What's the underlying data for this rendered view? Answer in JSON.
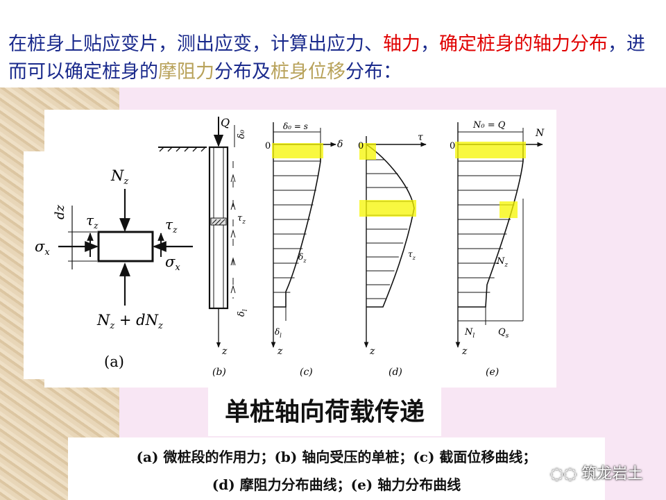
{
  "headline": {
    "part1": "在桩身上贴应变片，测出应变，计算出应力、",
    "axial_force": "轴力",
    "comma": "，",
    "determine": "确定桩身的轴力分布",
    "part2": "，进而可以确定桩身的",
    "friction": "摩阻力",
    "part3": "分布及",
    "displacement": "桩身位移",
    "part4": "分布："
  },
  "figure": {
    "a": {
      "N_top": "N",
      "N_top_sub": "z",
      "N_bottom": "N",
      "N_bottom_sub": "z",
      "N_bottom_plus": " + dN",
      "N_bottom_plus_sub": "z",
      "tau_left": "τ",
      "tau_left_sub": "z",
      "tau_right": "τ",
      "tau_right_sub": "z",
      "sigma_left": "σ",
      "sigma_left_sub": "x",
      "sigma_right": "σ",
      "sigma_right_sub": "x",
      "dz": "dz",
      "label": "(a)"
    },
    "b": {
      "Q": "Q",
      "delta0": "δ₀",
      "tau": "τ",
      "tau_sub": "z",
      "deltal": "δ",
      "deltal_sub": "l",
      "z": "z",
      "label": "(b)"
    },
    "c": {
      "top": "δ₀ = s",
      "zero": "0",
      "axis": "δ",
      "curve": "δ",
      "curve_sub": "z",
      "bottom": "δ",
      "bottom_sub": "l",
      "z": "z",
      "label": "(c)"
    },
    "d": {
      "zero": "0",
      "axis": "τ",
      "curve": "τ",
      "curve_sub": "z",
      "z": "z",
      "label": "(d)"
    },
    "e": {
      "top": "N₀ = Q",
      "zero": "0",
      "axis": "N",
      "curve": "N",
      "curve_sub": "z",
      "Nl": "N",
      "Nl_sub": "l",
      "Qs": "Q",
      "Qs_sub": "s",
      "z": "z",
      "label": "(e)"
    }
  },
  "caption_title": "单桩轴向荷载传递",
  "caption_lines": [
    "(a) 微桩段的作用力；(b) 轴向受压的单桩；(c) 截面位移曲线；",
    "(d) 摩阻力分布曲线；(e) 轴力分布曲线"
  ],
  "watermark": "筑龙岩土",
  "colors": {
    "title_blue": "#1a2a8c",
    "highlight_red": "#e00000",
    "highlight_olive": "#b8a25a",
    "marker_yellow": "#f5f500"
  }
}
